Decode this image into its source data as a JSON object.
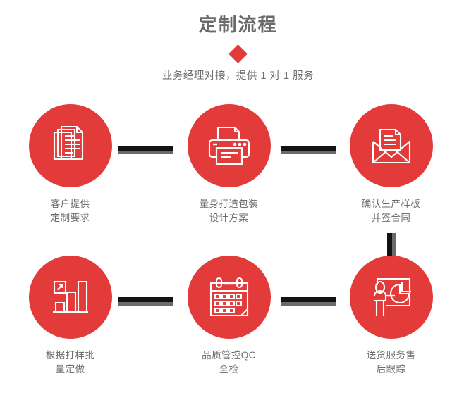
{
  "header": {
    "title": "定制流程",
    "subtitle": "业务经理对接，提供 1 对 1 服务",
    "accent_color": "#e33a3a",
    "title_color": "#6a6a6a",
    "divider_color": "#d9d9d9"
  },
  "flow": {
    "connector_color": "#131313",
    "connector_shadow_color": "#6b6b6b",
    "steps": [
      {
        "index": "1",
        "icon": "documents-stack-icon",
        "label": "客户提供\n定制要求"
      },
      {
        "index": "2",
        "icon": "printer-icon",
        "label": "量身打造包装\n设计方案"
      },
      {
        "index": "3",
        "icon": "envelope-document-icon",
        "label": "确认生产样板\n并签合同"
      },
      {
        "index": "4",
        "icon": "bar-chart-growth-icon",
        "label": "根据打样批\n量定做"
      },
      {
        "index": "5",
        "icon": "calendar-icon",
        "label": "品质管控QC\n全检"
      },
      {
        "index": "6",
        "icon": "presenter-pie-chart-icon",
        "label": "送货服务售\n后跟踪"
      }
    ]
  }
}
